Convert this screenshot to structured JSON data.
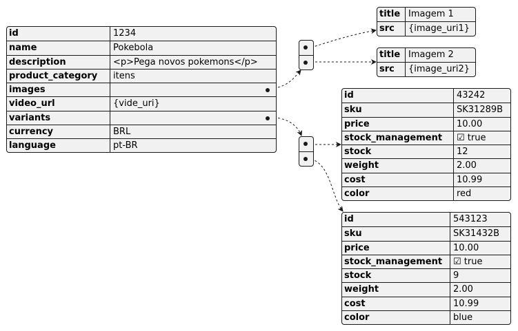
{
  "product": {
    "rows": [
      {
        "key": "id",
        "value": "1234"
      },
      {
        "key": "name",
        "value": "Pokebola"
      },
      {
        "key": "description",
        "value": "<p>Pega novos pokemons</p>"
      },
      {
        "key": "product_category",
        "value": "itens"
      },
      {
        "key": "images",
        "value": ""
      },
      {
        "key": "video_url",
        "value": "{vide_uri}"
      },
      {
        "key": "variants",
        "value": ""
      },
      {
        "key": "currency",
        "value": "BRL"
      },
      {
        "key": "language",
        "value": "pt-BR"
      }
    ]
  },
  "images": [
    {
      "rows": [
        {
          "key": "title",
          "value": "Imagem 1"
        },
        {
          "key": "src",
          "value": "{image_uri1}"
        }
      ]
    },
    {
      "rows": [
        {
          "key": "title",
          "value": "Imagem 2"
        },
        {
          "key": "src",
          "value": "{image_uri2}"
        }
      ]
    }
  ],
  "variants": [
    {
      "rows": [
        {
          "key": "id",
          "value": "43242"
        },
        {
          "key": "sku",
          "value": "SK31289B"
        },
        {
          "key": "price",
          "value": "10.00"
        },
        {
          "key": "stock_management",
          "value": "☑ true"
        },
        {
          "key": "stock",
          "value": "12"
        },
        {
          "key": "weight",
          "value": "2.00"
        },
        {
          "key": "cost",
          "value": "10.99"
        },
        {
          "key": "color",
          "value": "red"
        }
      ]
    },
    {
      "rows": [
        {
          "key": "id",
          "value": "543123"
        },
        {
          "key": "sku",
          "value": "SK31432B"
        },
        {
          "key": "price",
          "value": "10.00"
        },
        {
          "key": "stock_management",
          "value": "☑ true"
        },
        {
          "key": "stock",
          "value": "9"
        },
        {
          "key": "weight",
          "value": "2.00"
        },
        {
          "key": "cost",
          "value": "10.99"
        },
        {
          "key": "color",
          "value": "blue"
        }
      ]
    }
  ]
}
